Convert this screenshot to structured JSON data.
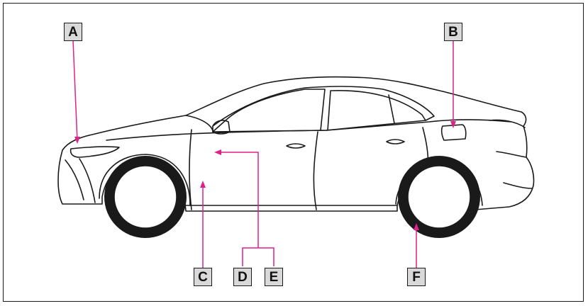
{
  "callouts": {
    "a": "A",
    "b": "B",
    "c": "C",
    "d": "D",
    "e": "E",
    "f": "F"
  },
  "colors": {
    "leader": "#e0218a",
    "outline": "#1a1a1a",
    "label_fill": "#d9d9d9"
  }
}
